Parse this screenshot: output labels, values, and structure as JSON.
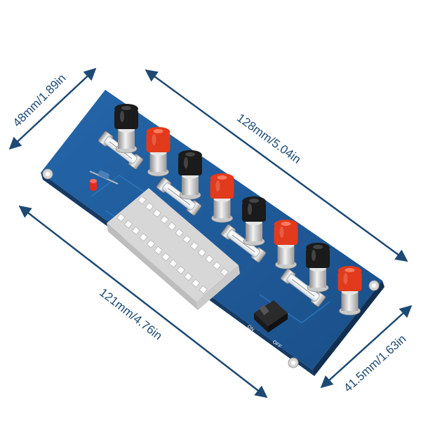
{
  "dimensions": {
    "width_mm_in": "48mm/1.89in",
    "length_top": "128mm/5.04in",
    "length_bottom": "121mm/4.76in",
    "width_right": "41.5mm/1.63in"
  },
  "switch": {
    "on_label": "ON",
    "off_label": "OFF"
  },
  "colors": {
    "pcb": "#1f5c9c",
    "pcb_dark": "#163f6e",
    "dimension_lines": "#1d4a73",
    "post_red": "#e23a1c",
    "post_black": "#1b1b1b",
    "connector": "#f3f3f3"
  },
  "binding_posts": [
    "black",
    "red",
    "black",
    "red",
    "black",
    "red",
    "black",
    "red"
  ],
  "fuse_count": 4
}
